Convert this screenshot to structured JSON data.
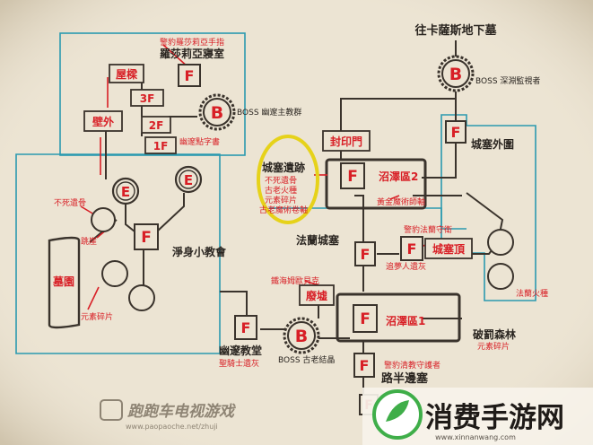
{
  "colors": {
    "background": "#ece4d3",
    "line": "#3a332c",
    "accent_red": "#d81f26",
    "area_blue": "#2b9ab0",
    "highlight_yellow": "#e6d21a",
    "badge_green": "#3fae49"
  },
  "map": {
    "top_exit": "往卡薩斯地下墓",
    "labels": {
      "rosaria_note": "警豹羅莎莉亞手指",
      "rosaria_room": "羅莎莉亞寢室",
      "roof": "屋樑",
      "floor3": "3F",
      "floor2": "2F",
      "floor1": "1F",
      "outer_wall": "壁外",
      "boss_cathedral": "BOSS 幽邃主教群",
      "cathedral_key": "幽邃點字書",
      "boss_abyss": "BOSS 深淵監視者",
      "seal_gate": "封印門",
      "fortress_outer": "城塞外圍",
      "ruins_title": "城塞遺跡",
      "ruins_item1": "不死遺骨",
      "ruins_item2": "古老火種",
      "ruins_item3": "元素碎片",
      "ruins_item4": "古老魔術卷軸",
      "swamp2": "沼澤區2",
      "golden_sorcery": "黃金魔術師軸",
      "undead_bone": "不死遺骨",
      "jump_down": "跳崖",
      "purify_church": "淨身小教會",
      "fortress_city": "法蘭城塞",
      "guard_note": "警豹法蘭守衛",
      "fortress_top": "城塞頂",
      "pursuer_ash": "追夢人遺灰",
      "tomb": "墓園",
      "element_shard_left": "元素碎片",
      "lake_note": "鐵海姆歐貝克",
      "ruins": "廢墟",
      "fortress_torch": "法蘭火種",
      "swamp1": "沼澤區1",
      "dark_forest": "破罰森林",
      "forest_shard": "元素碎片",
      "abyss_church": "幽邃教堂",
      "knight_ash": "聖騎士遺灰",
      "boss_ancient": "BOSS 古老結晶",
      "watcher_note": "警豹清教守護者",
      "road_fortress": "路半邊塞"
    },
    "nodes": {
      "bonfire": "F",
      "elevator": "E",
      "boss": "B"
    }
  },
  "watermark": {
    "site_text": "跑跑车电视游戏",
    "site_url": "www.paopaoche.net/zhuji",
    "badge_text": "消费手游网",
    "badge_url": "www.xinnanwang.com"
  }
}
